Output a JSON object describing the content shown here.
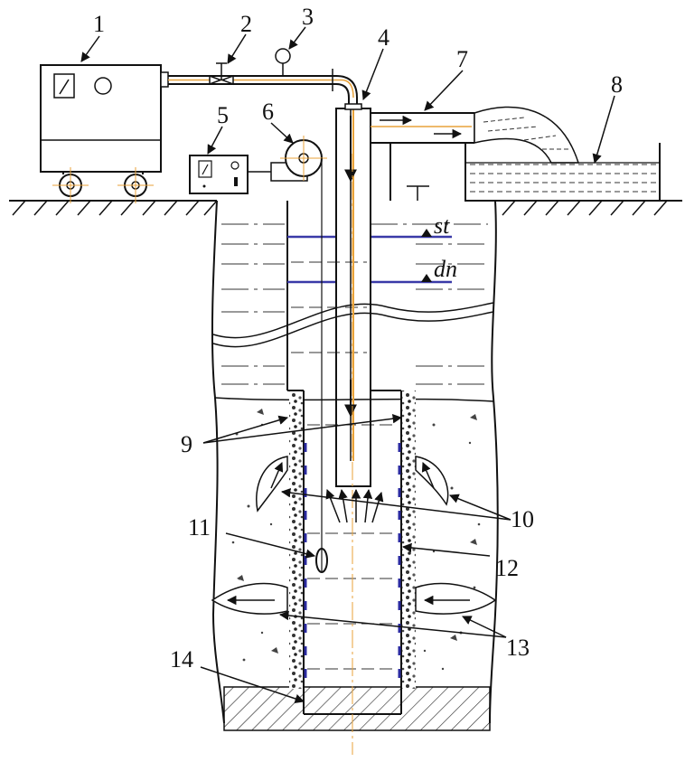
{
  "callouts": [
    "1",
    "2",
    "3",
    "4",
    "5",
    "6",
    "7",
    "8",
    "9",
    "10",
    "11",
    "12",
    "13",
    "14"
  ],
  "levels": {
    "static": "st",
    "dynamic": "dn"
  },
  "colors": {
    "line": "#1a1a1a",
    "pipe_accent": "#e8a23a",
    "water_level": "#3a3aa8",
    "screen_mark": "#2a2aa0"
  }
}
